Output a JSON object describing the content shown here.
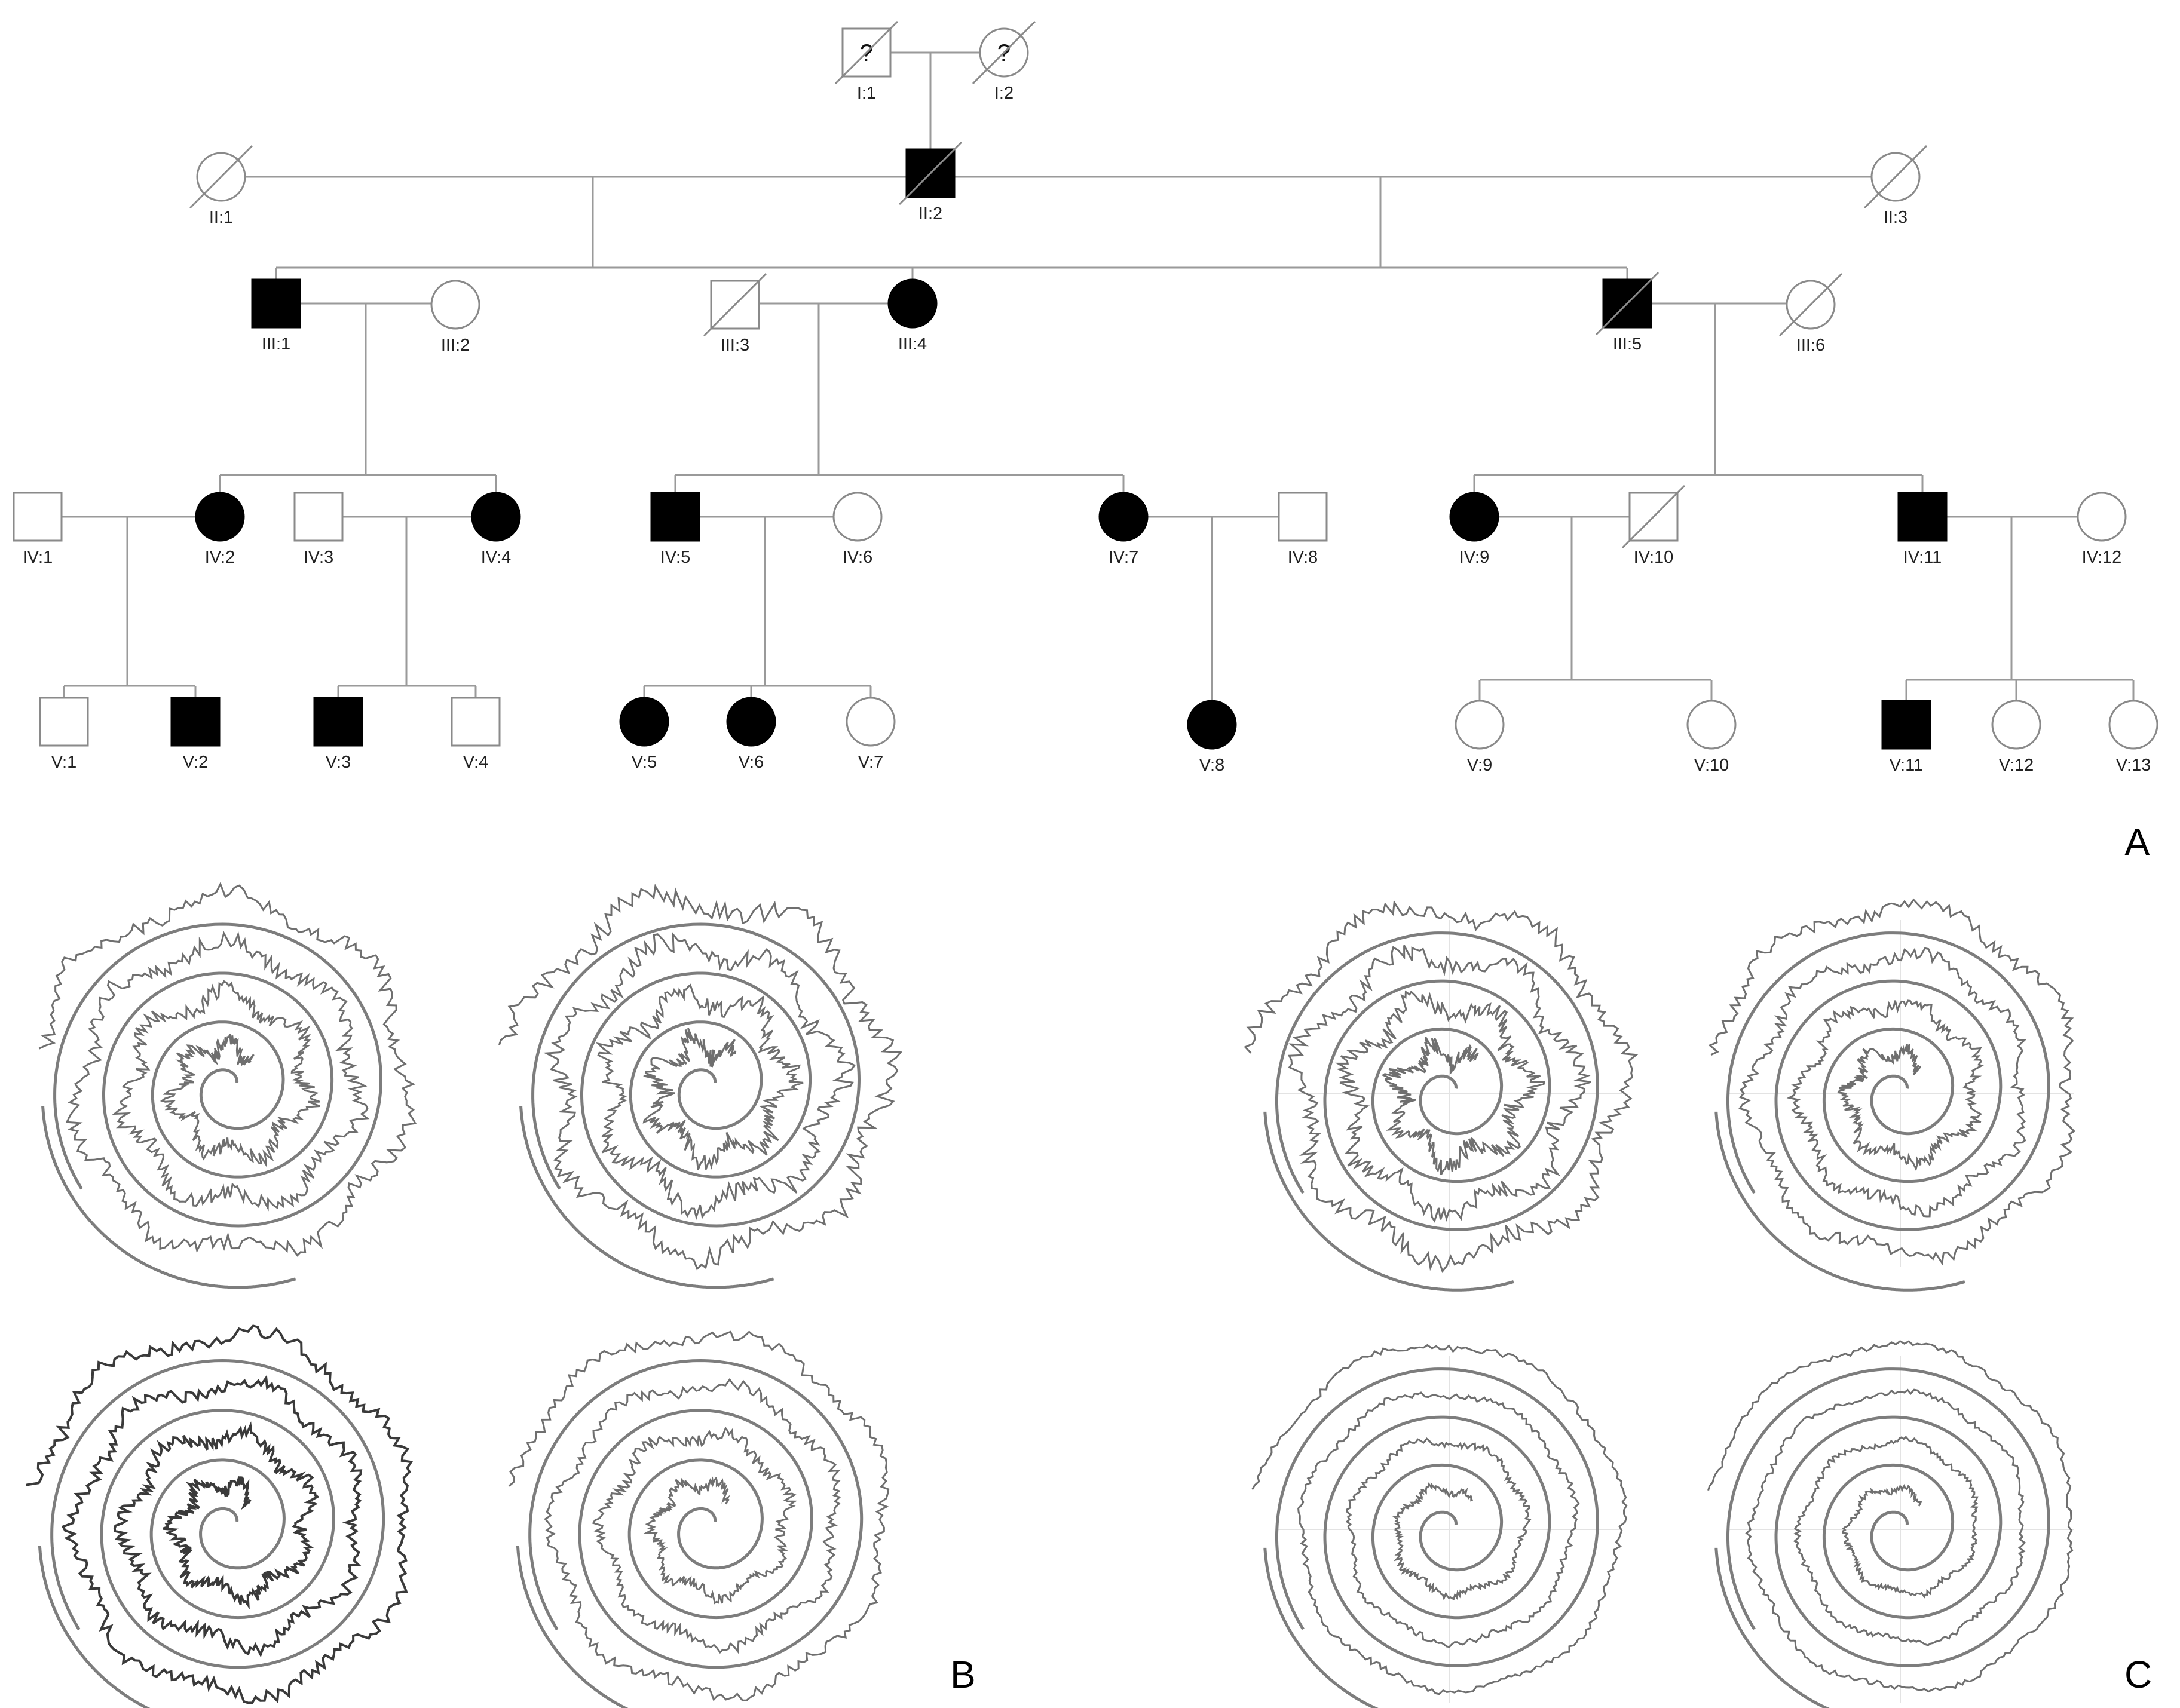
{
  "panels": {
    "a": "A",
    "b": "B",
    "c": "C"
  },
  "pedigree": {
    "individuals": [
      {
        "id": "I:1",
        "sex": "m",
        "affected": false,
        "deceased": true,
        "unknown": true
      },
      {
        "id": "I:2",
        "sex": "f",
        "affected": false,
        "deceased": true,
        "unknown": true
      },
      {
        "id": "II:1",
        "sex": "f",
        "affected": false,
        "deceased": true
      },
      {
        "id": "II:2",
        "sex": "m",
        "affected": true,
        "deceased": true
      },
      {
        "id": "II:3",
        "sex": "f",
        "affected": false,
        "deceased": true
      },
      {
        "id": "III:1",
        "sex": "m",
        "affected": true,
        "deceased": false
      },
      {
        "id": "III:2",
        "sex": "f",
        "affected": false,
        "deceased": false
      },
      {
        "id": "III:3",
        "sex": "m",
        "affected": false,
        "deceased": true
      },
      {
        "id": "III:4",
        "sex": "f",
        "affected": true,
        "deceased": false
      },
      {
        "id": "III:5",
        "sex": "m",
        "affected": true,
        "deceased": true
      },
      {
        "id": "III:6",
        "sex": "f",
        "affected": false,
        "deceased": true
      },
      {
        "id": "IV:1",
        "sex": "m",
        "affected": false,
        "deceased": false
      },
      {
        "id": "IV:2",
        "sex": "f",
        "affected": true,
        "deceased": false
      },
      {
        "id": "IV:3",
        "sex": "m",
        "affected": false,
        "deceased": false
      },
      {
        "id": "IV:4",
        "sex": "f",
        "affected": true,
        "deceased": false
      },
      {
        "id": "IV:5",
        "sex": "m",
        "affected": true,
        "deceased": false
      },
      {
        "id": "IV:6",
        "sex": "f",
        "affected": false,
        "deceased": false
      },
      {
        "id": "IV:7",
        "sex": "f",
        "affected": true,
        "deceased": false
      },
      {
        "id": "IV:8",
        "sex": "m",
        "affected": false,
        "deceased": false
      },
      {
        "id": "IV:9",
        "sex": "f",
        "affected": true,
        "deceased": false
      },
      {
        "id": "IV:10",
        "sex": "m",
        "affected": false,
        "deceased": true
      },
      {
        "id": "IV:11",
        "sex": "m",
        "affected": true,
        "deceased": false
      },
      {
        "id": "IV:12",
        "sex": "f",
        "affected": false,
        "deceased": false
      },
      {
        "id": "V:1",
        "sex": "m",
        "affected": false,
        "deceased": false
      },
      {
        "id": "V:2",
        "sex": "m",
        "affected": true,
        "deceased": false
      },
      {
        "id": "V:3",
        "sex": "m",
        "affected": true,
        "deceased": false
      },
      {
        "id": "V:4",
        "sex": "m",
        "affected": false,
        "deceased": false
      },
      {
        "id": "V:5",
        "sex": "f",
        "affected": true,
        "deceased": false
      },
      {
        "id": "V:6",
        "sex": "f",
        "affected": true,
        "deceased": false
      },
      {
        "id": "V:7",
        "sex": "f",
        "affected": false,
        "deceased": false
      },
      {
        "id": "V:8",
        "sex": "f",
        "affected": true,
        "deceased": false
      },
      {
        "id": "V:9",
        "sex": "f",
        "affected": false,
        "deceased": false
      },
      {
        "id": "V:10",
        "sex": "f",
        "affected": false,
        "deceased": false
      },
      {
        "id": "V:11",
        "sex": "m",
        "affected": true,
        "deceased": false
      },
      {
        "id": "V:12",
        "sex": "f",
        "affected": false,
        "deceased": false
      },
      {
        "id": "V:13",
        "sex": "f",
        "affected": false,
        "deceased": false
      }
    ],
    "unknown_mark": "?"
  },
  "colors": {
    "affected": "#000000",
    "unaffected": "#ffffff",
    "outline": "#8a8a8a",
    "line": "#9a9a9a"
  }
}
